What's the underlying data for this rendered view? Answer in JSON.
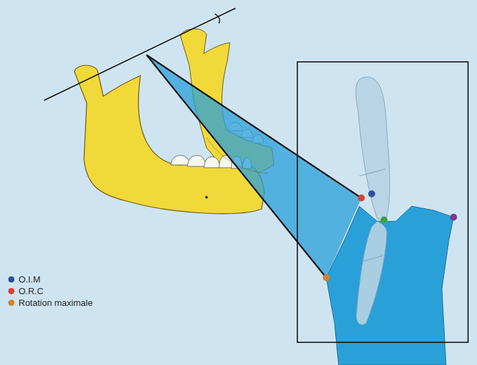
{
  "diagram": {
    "legend": [
      {
        "text": "O.I.M",
        "color": "#2d4f9e"
      },
      {
        "text": "O.R.C",
        "color": "#d8412f"
      },
      {
        "text": "Rotation maximale",
        "color": "#d6812b"
      }
    ]
  }
}
